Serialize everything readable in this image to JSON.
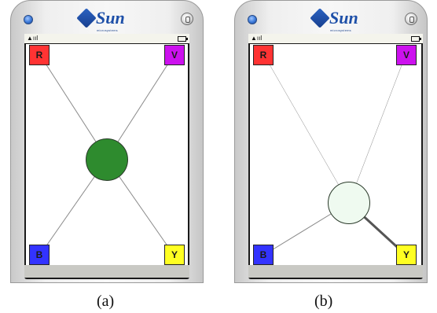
{
  "panels": [
    {
      "id": "a",
      "caption": "(a)",
      "logo": {
        "brand": "Sun",
        "sub": "microsystems"
      },
      "status_icons": [
        "signal-icon",
        "battery-icon"
      ],
      "corners": [
        {
          "label": "R",
          "color": "#ff3333",
          "text_color": "#1a1a1a"
        },
        {
          "label": "V",
          "color": "#cc11ee",
          "text_color": "#1a1a1a"
        },
        {
          "label": "B",
          "color": "#3333ff",
          "text_color": "#1a1a1a"
        },
        {
          "label": "Y",
          "color": "#ffff22",
          "text_color": "#1a1a1a"
        }
      ],
      "center_circle": {
        "fill": "#2e8b2e"
      },
      "connector_weights": [
        1,
        1,
        1,
        1
      ]
    },
    {
      "id": "b",
      "caption": "(b)",
      "logo": {
        "brand": "Sun",
        "sub": "microsystems"
      },
      "status_icons": [
        "signal-icon",
        "battery-icon"
      ],
      "corners": [
        {
          "label": "R",
          "color": "#ff3333",
          "text_color": "#1a1a1a"
        },
        {
          "label": "V",
          "color": "#cc11ee",
          "text_color": "#1a1a1a"
        },
        {
          "label": "B",
          "color": "#3333ff",
          "text_color": "#1a1a1a"
        },
        {
          "label": "Y",
          "color": "#ffff22",
          "text_color": "#1a1a1a"
        }
      ],
      "center_circle": {
        "fill": "#effaf0"
      },
      "connector_weights": [
        0.5,
        0.5,
        1,
        3
      ]
    }
  ]
}
